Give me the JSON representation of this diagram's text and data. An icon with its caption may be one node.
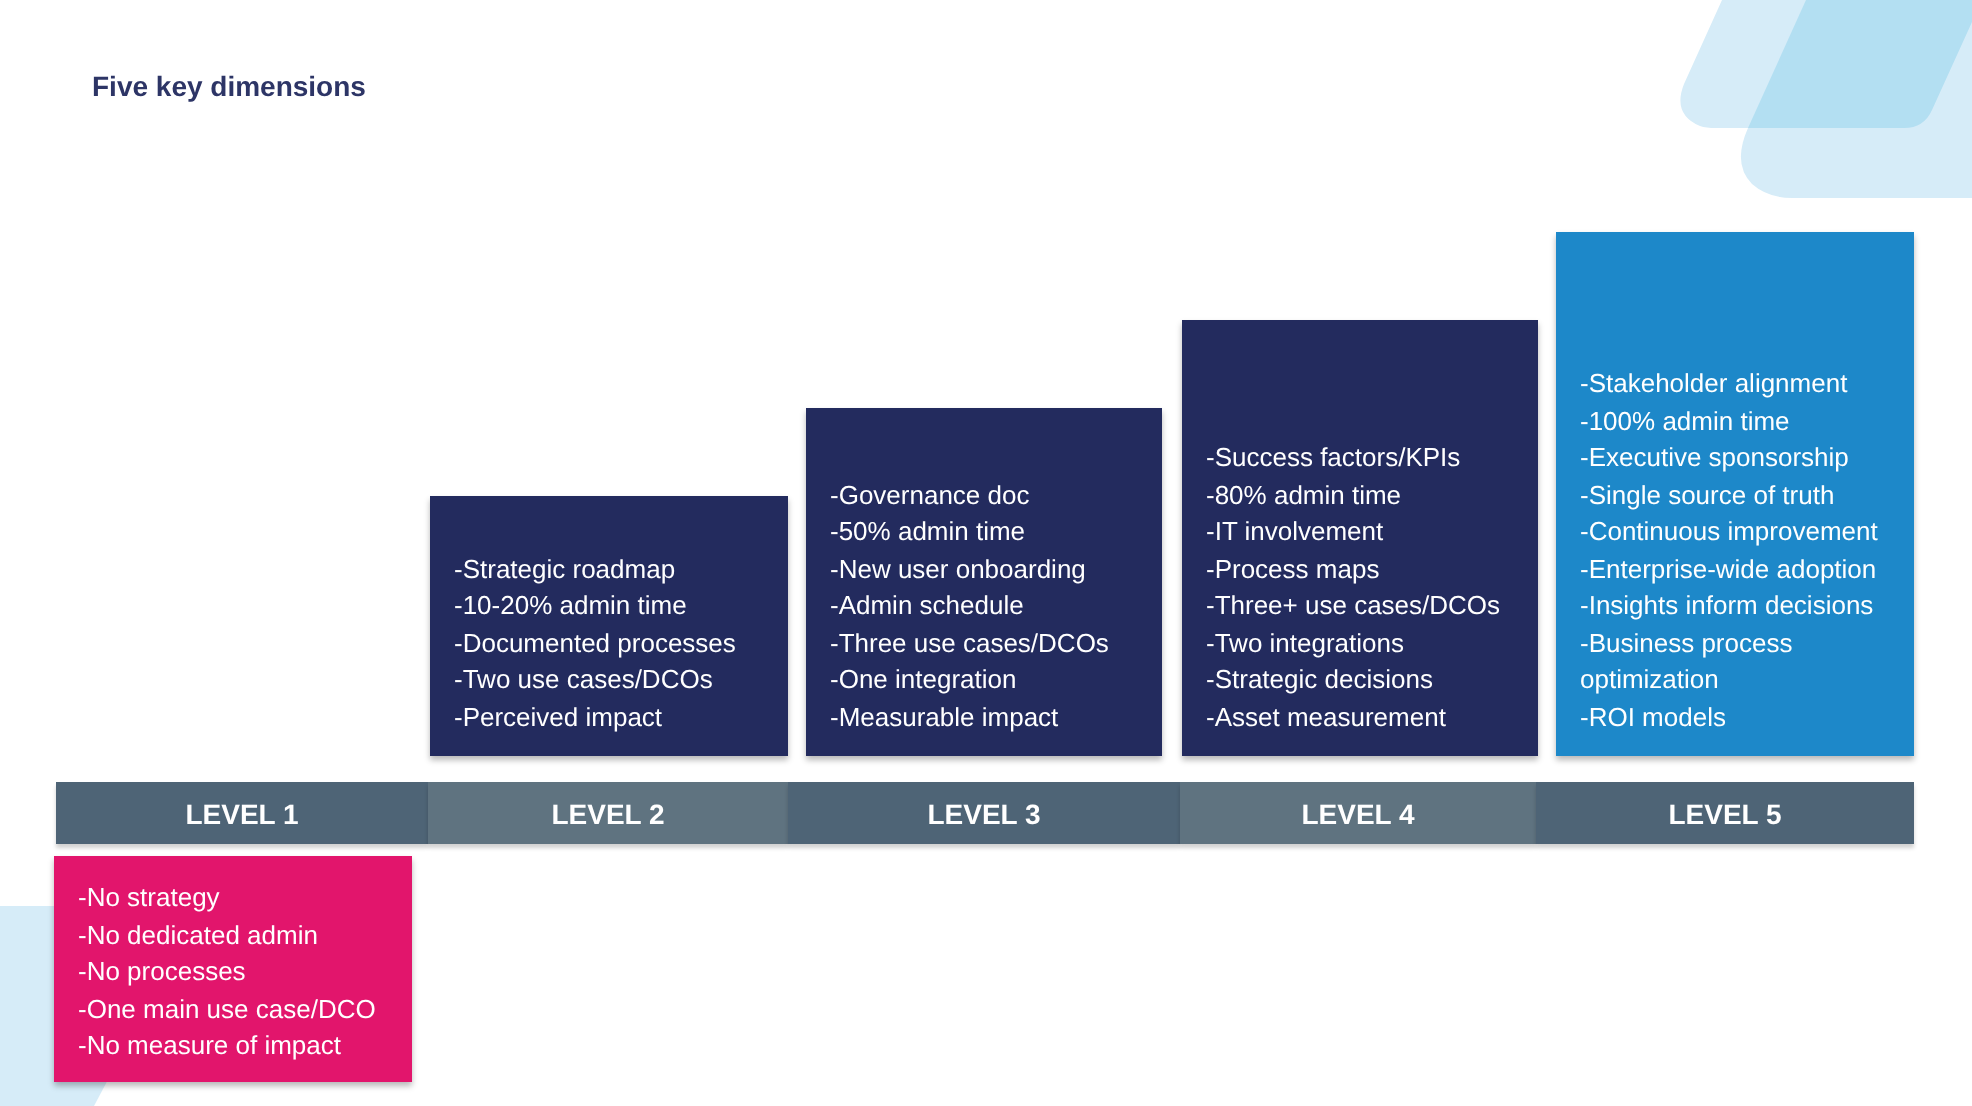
{
  "diagram": {
    "title": "Five key dimensions",
    "nodes": [
      {
        "text": [
          "LEVEL 1"
        ]
      },
      {
        "text": [
          "-No strategy",
          "-No dedicated admin",
          "-No processes",
          "-One main use case/DCO",
          "-No measure of impact"
        ]
      },
      {
        "text": [
          "LEVEL 2"
        ]
      },
      {
        "text": [
          "-Strategic roadmap",
          "-10-20% admin time",
          "-Documented processes",
          "-Two use cases/DCOs",
          "-Perceived impact"
        ]
      },
      {
        "text": [
          "LEVEL 3"
        ]
      },
      {
        "text": [
          "-Governance doc",
          "-50% admin time",
          "-New user onboarding",
          "-Admin schedule",
          "-Three use cases/DCOs",
          "-One integration",
          "-Measurable impact"
        ]
      },
      {
        "text": [
          "LEVEL 4"
        ]
      },
      {
        "text": [
          "-Success factors/KPIs",
          "-80% admin time",
          "-IT involvement",
          "-Process maps",
          "-Three+ use cases/DCOs",
          "-Two integrations",
          "-Strategic decisions",
          "-Asset measurement"
        ]
      },
      {
        "text": [
          "LEVEL 5"
        ]
      },
      {
        "text": [
          "-Stakeholder alignment",
          "-100% admin time",
          "-Executive sponsorship",
          "-Single source of truth",
          "-Continuous improvement",
          "-Enterprise-wide adoption",
          "-Insights inform decisions",
          "-Business process optimization",
          "-ROI models"
        ]
      }
    ]
  }
}
